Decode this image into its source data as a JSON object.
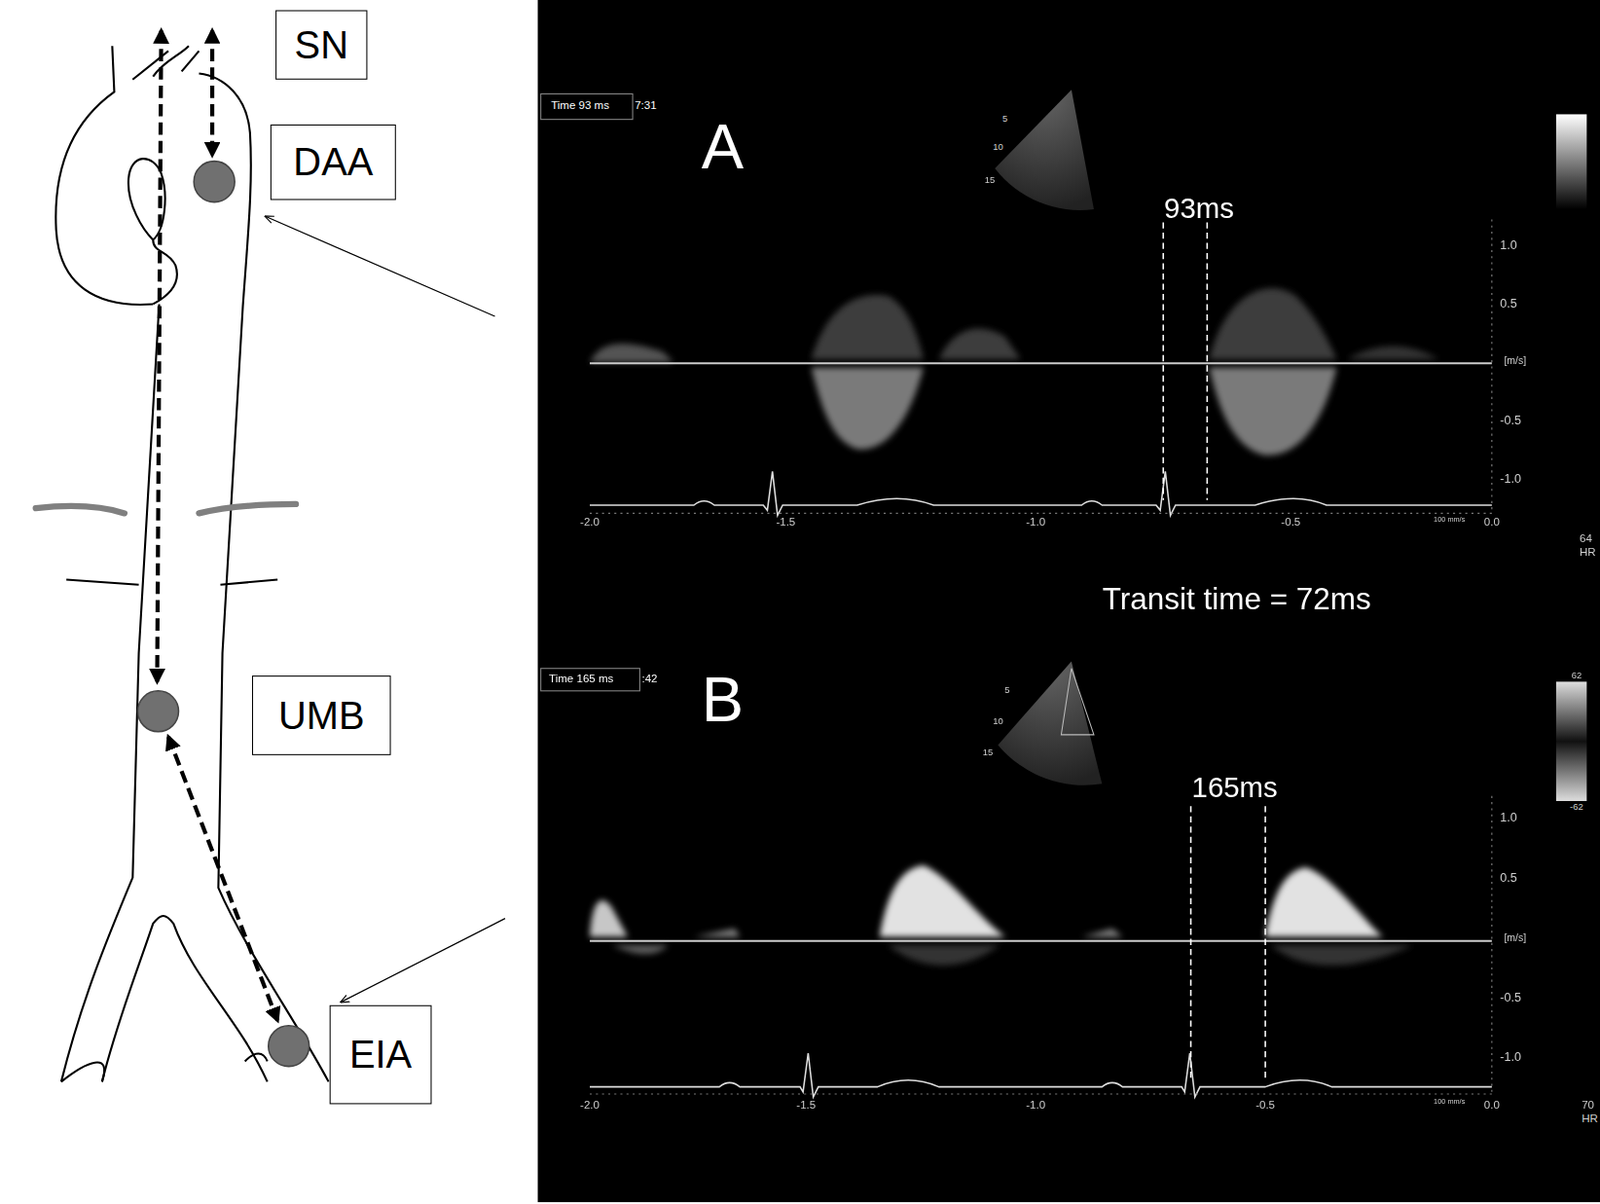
{
  "diagram": {
    "nodes": [
      {
        "text": [
          "SN"
        ]
      },
      {
        "text": [
          "DAA"
        ]
      },
      {
        "text": [
          "UMB"
        ]
      },
      {
        "text": [
          "EIA"
        ]
      }
    ],
    "labels": [
      "A",
      "93ms",
      "Time 93 ms",
      "7:31",
      "1.0",
      "0.5",
      "[m/s]",
      "-0.5",
      "-1.0",
      "-2.0",
      "-1.5",
      "-1.0",
      "-0.5",
      "0.0",
      "64",
      "HR",
      "Transit time = 72ms",
      "B",
      "165ms",
      "Time 165 ms",
      ":42",
      "1.0",
      "0.5",
      "[m/s]",
      "-0.5",
      "-1.0",
      "-2.0",
      "-1.5",
      "-1.0",
      "-0.5",
      "0.0",
      "70",
      "HR",
      "62",
      "-62",
      "100 mm/s",
      "100 mm/s",
      "5",
      "10",
      "15",
      "5",
      "10",
      "15"
    ]
  }
}
